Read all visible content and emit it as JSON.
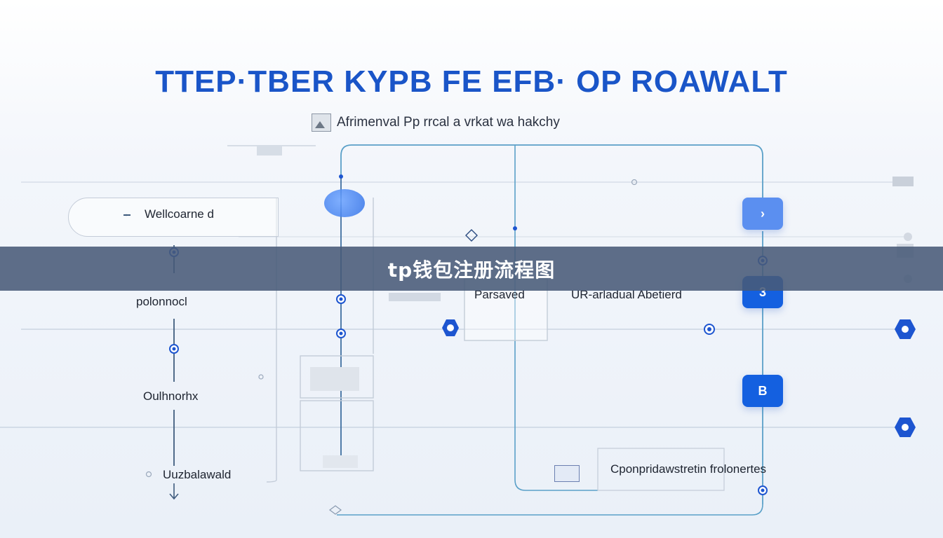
{
  "diagram": {
    "title": "TTEP·TBER KYPB FE EFB· OP ROAWALT",
    "subtitle": "Afrimenval Pp rrcal a vrkat wa hakchy",
    "subtitle_icon": "image-icon",
    "nodes": {
      "welcome": "Wellcoarne d",
      "pol": "polonnocl",
      "outh": "Oulhnorhx",
      "uuzb": "Uuzbalawald",
      "parsaved": "Parsaved",
      "ur": "UR-arladual Abetierd",
      "cpon": "Cponpridawstretin frolonertes"
    },
    "badges": {
      "top": "›",
      "mid": "3",
      "low": "B"
    },
    "colors": {
      "title": "#1a55c8",
      "line": "#5aa0c8",
      "badge_dark": "#1460e0",
      "badge_light": "#5b8ff0",
      "banner": "#485a78"
    }
  },
  "banner": {
    "text": "tp钱包注册流程图"
  }
}
